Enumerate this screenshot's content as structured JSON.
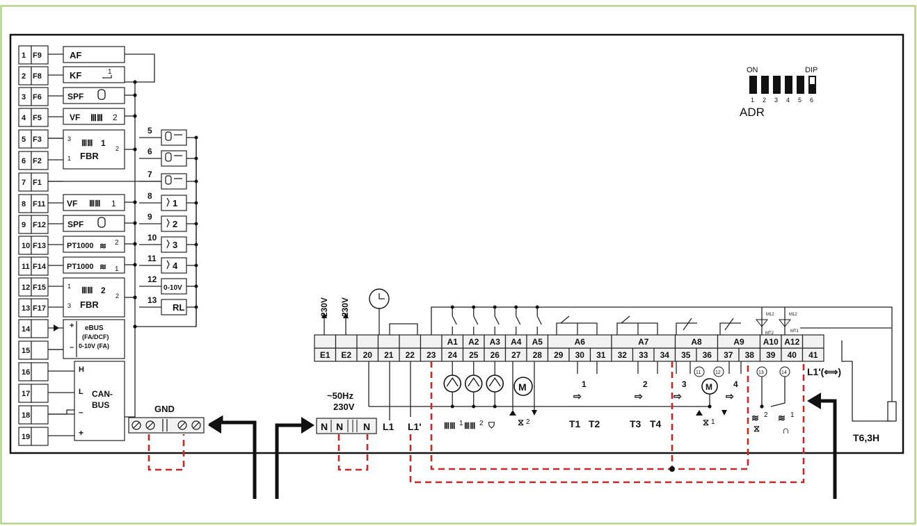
{
  "colors": {
    "frame": "#b5d38a",
    "bus": "#c62828",
    "line": "#111111"
  },
  "left_terminals": [
    {
      "num": "1",
      "f": "F9"
    },
    {
      "num": "2",
      "f": "F8"
    },
    {
      "num": "3",
      "f": "F6"
    },
    {
      "num": "4",
      "f": "F5"
    },
    {
      "num": "5",
      "f": "F3"
    },
    {
      "num": "6",
      "f": "F2"
    },
    {
      "num": "7",
      "f": "F1"
    },
    {
      "num": "8",
      "f": "F11"
    },
    {
      "num": "9",
      "f": "F12"
    },
    {
      "num": "10",
      "f": "F13"
    },
    {
      "num": "11",
      "f": "F14"
    },
    {
      "num": "12",
      "f": "F15"
    },
    {
      "num": "13",
      "f": "F17"
    },
    {
      "num": "14",
      "f": ""
    },
    {
      "num": "15",
      "f": ""
    },
    {
      "num": "16",
      "f": ""
    },
    {
      "num": "17",
      "f": ""
    },
    {
      "num": "18",
      "f": ""
    },
    {
      "num": "19",
      "f": ""
    }
  ],
  "sensors": {
    "af": "AF",
    "kf": "KF",
    "kf_sub": "1",
    "spf": "SPF",
    "vf": "VF",
    "vf_sub": "2",
    "fbr": "FBR",
    "fbr_left_top": "3",
    "fbr_left_bot": "1",
    "fbr_right": "2",
    "fbr_icon_num": "1",
    "vf2": "VF",
    "vf2_sub": "1",
    "spf2": "SPF",
    "pt1": "PT1000",
    "pt1_sub": "2",
    "pt2": "PT1000",
    "pt2_sub": "1",
    "fbr2": "FBR",
    "fbr2_left_top": "1",
    "fbr2_left_bot": "3",
    "fbr2_right": "2",
    "fbr2_icon_num": "2"
  },
  "ebus": {
    "plus": "+",
    "minus": "–",
    "label1": "eBUS",
    "label2": "(FA/DCF)",
    "label3": "0-10V (FA)"
  },
  "canbus": {
    "h": "H",
    "l": "L",
    "minus": "–",
    "plus": "+",
    "label1": "CAN-",
    "label2": "BUS"
  },
  "mid_inputs": [
    {
      "num": "5",
      "label": ""
    },
    {
      "num": "6",
      "label": ""
    },
    {
      "num": "7",
      "label": ""
    },
    {
      "num": "8",
      "label": "1"
    },
    {
      "num": "9",
      "label": "2"
    },
    {
      "num": "10",
      "label": "3"
    },
    {
      "num": "11",
      "label": "4"
    },
    {
      "num": "12",
      "label": "0-10V"
    },
    {
      "num": "13",
      "label": "RL"
    }
  ],
  "dip": {
    "on": "ON",
    "dip": "DIP",
    "numbers": [
      "1",
      "2",
      "3",
      "4",
      "5",
      "6"
    ],
    "adr": "ADR"
  },
  "gnd": "GND",
  "terminal_strip": {
    "groups": [
      "",
      "",
      "",
      "",
      "",
      "",
      "A1",
      "A2",
      "A3",
      "A4",
      "A5",
      "A6",
      "A7",
      "A8",
      "A9",
      "A10",
      "A12",
      ""
    ],
    "terms": [
      "E1",
      "E2",
      "20",
      "21",
      "22",
      "23",
      "24",
      "25",
      "26",
      "27",
      "28",
      "29",
      "30",
      "31",
      "32",
      "33",
      "34",
      "35",
      "36",
      "37",
      "38",
      "39",
      "40",
      "41"
    ]
  },
  "supply": {
    "v230_a": "230V",
    "v230_b": "230V",
    "freq": "~50Hz",
    "volt": "230V",
    "n1": "N",
    "n2": "N",
    "n3": "N",
    "l1": "L1",
    "l1p": "L1'"
  },
  "outputs": {
    "hc1": "1",
    "hc2": "2",
    "mixer_num": "2",
    "t1": "T1",
    "t2": "T2",
    "t3": "T3",
    "t4": "T4",
    "relay1": "1",
    "relay2": "2",
    "relay3": "3",
    "relay4": "4",
    "c11": "11",
    "c12": "12",
    "c13": "13",
    "c14": "14",
    "mixer2_num": "1",
    "solar2": "2",
    "solar1": "1",
    "m12a": "M12",
    "m12b": "M12",
    "mt1": "MT1",
    "mt2": "MT2",
    "l1_arrow": "L1'(⟺)",
    "fuse": "T6,3H"
  }
}
